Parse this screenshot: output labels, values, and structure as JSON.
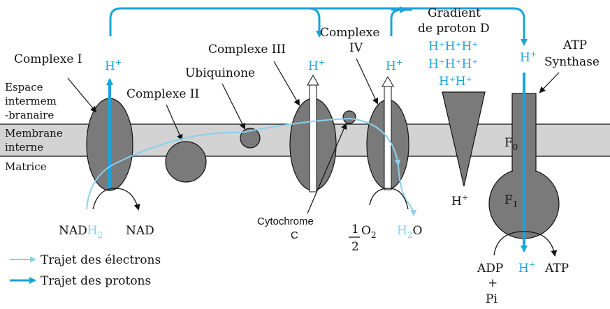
{
  "colors": {
    "proton": "#1aa3dc",
    "electron": "#8ad0ee",
    "membrane": "#d3d3d3",
    "protein": "#7a7a7a",
    "outline": "#111111"
  },
  "regions": {
    "espace": [
      "Espace",
      "intermem",
      "-branaire"
    ],
    "membrane": [
      "Membrane",
      "interne"
    ],
    "matrice": "Matrice"
  },
  "complexes": {
    "c1": "Complexe I",
    "c2": "Complexe II",
    "ubiquinone": "Ubiquinone",
    "c3": "Complexe III",
    "c4": [
      "Complexe",
      "IV"
    ],
    "cytochrome": [
      "Cytochrome",
      "C"
    ],
    "gradient": [
      "Gradient",
      "de proton D"
    ],
    "atp_synthase": [
      "ATP",
      "Synthase"
    ],
    "f0": "F",
    "f0_sub": "0",
    "f1": "F",
    "f1_sub": "1"
  },
  "protons": {
    "h": "H",
    "plus": "+",
    "gradient_rows": [
      "H⁺H⁺H⁺",
      "H⁺H⁺H⁺",
      "H⁺H⁺"
    ]
  },
  "reactions": {
    "nadh2_a": "NAD",
    "nadh2_b": "H",
    "nadh2_sub": "2",
    "nad": "NAD",
    "half_num": "1",
    "half_den": "2",
    "o2": "O",
    "o2_sub": "2",
    "h2o_h": "H",
    "h2o_sub": "2",
    "h2o_o": "O",
    "adp": "ADP",
    "plus": "+",
    "pi": "Pi",
    "atp": "ATP"
  },
  "legend": {
    "electrons": "Trajet des électrons",
    "protons": "Trajet des protons"
  }
}
